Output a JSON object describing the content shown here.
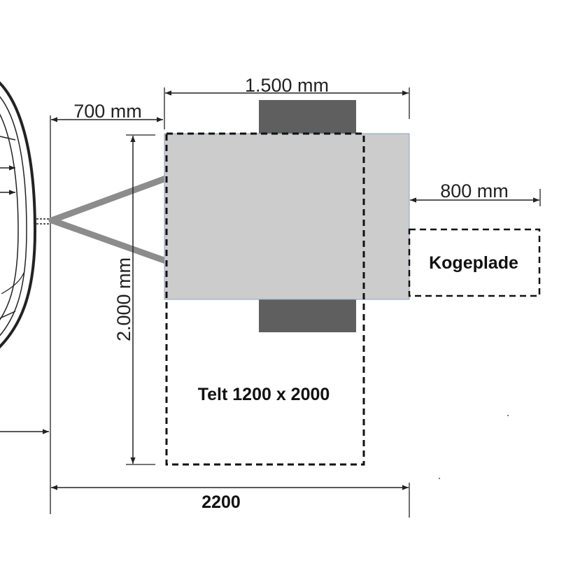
{
  "labels": {
    "width_trailer": "1.500 mm",
    "drawbar": "700 mm",
    "stove_extension": "800 mm",
    "length_trailer": "2.000 mm",
    "stove": "Kogeplade",
    "tent": "Telt 1200 x 2000",
    "total_length": "2200"
  },
  "colors": {
    "trailer_body": "#cccccc",
    "wheels": "#5f5f5f",
    "drawbar": "#8c8c8c",
    "lines": "#222222"
  }
}
